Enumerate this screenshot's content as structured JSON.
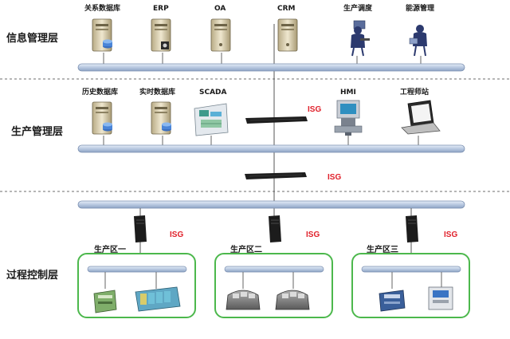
{
  "layers": {
    "info": "信息管理层",
    "production": "生产管理层",
    "process": "过程控制层"
  },
  "info_nodes": {
    "relational_db": "关系数据库",
    "erp": "ERP",
    "oa": "OA",
    "crm": "CRM",
    "dispatch": "生产调度",
    "energy": "能源管理"
  },
  "prod_nodes": {
    "history_db": "历史数据库",
    "realtime_db": "实时数据库",
    "scada": "SCADA",
    "hmi": "HMI",
    "engineer": "工程师站"
  },
  "isg_label": "ISG",
  "zones": {
    "zone1": "生产区一",
    "zone2": "生产区二",
    "zone3": "生产区三"
  },
  "colors": {
    "bus": "#aebfd8",
    "zone_border": "#4cb84c",
    "isg": "#e0202a",
    "divider": "#8a8a8a"
  }
}
